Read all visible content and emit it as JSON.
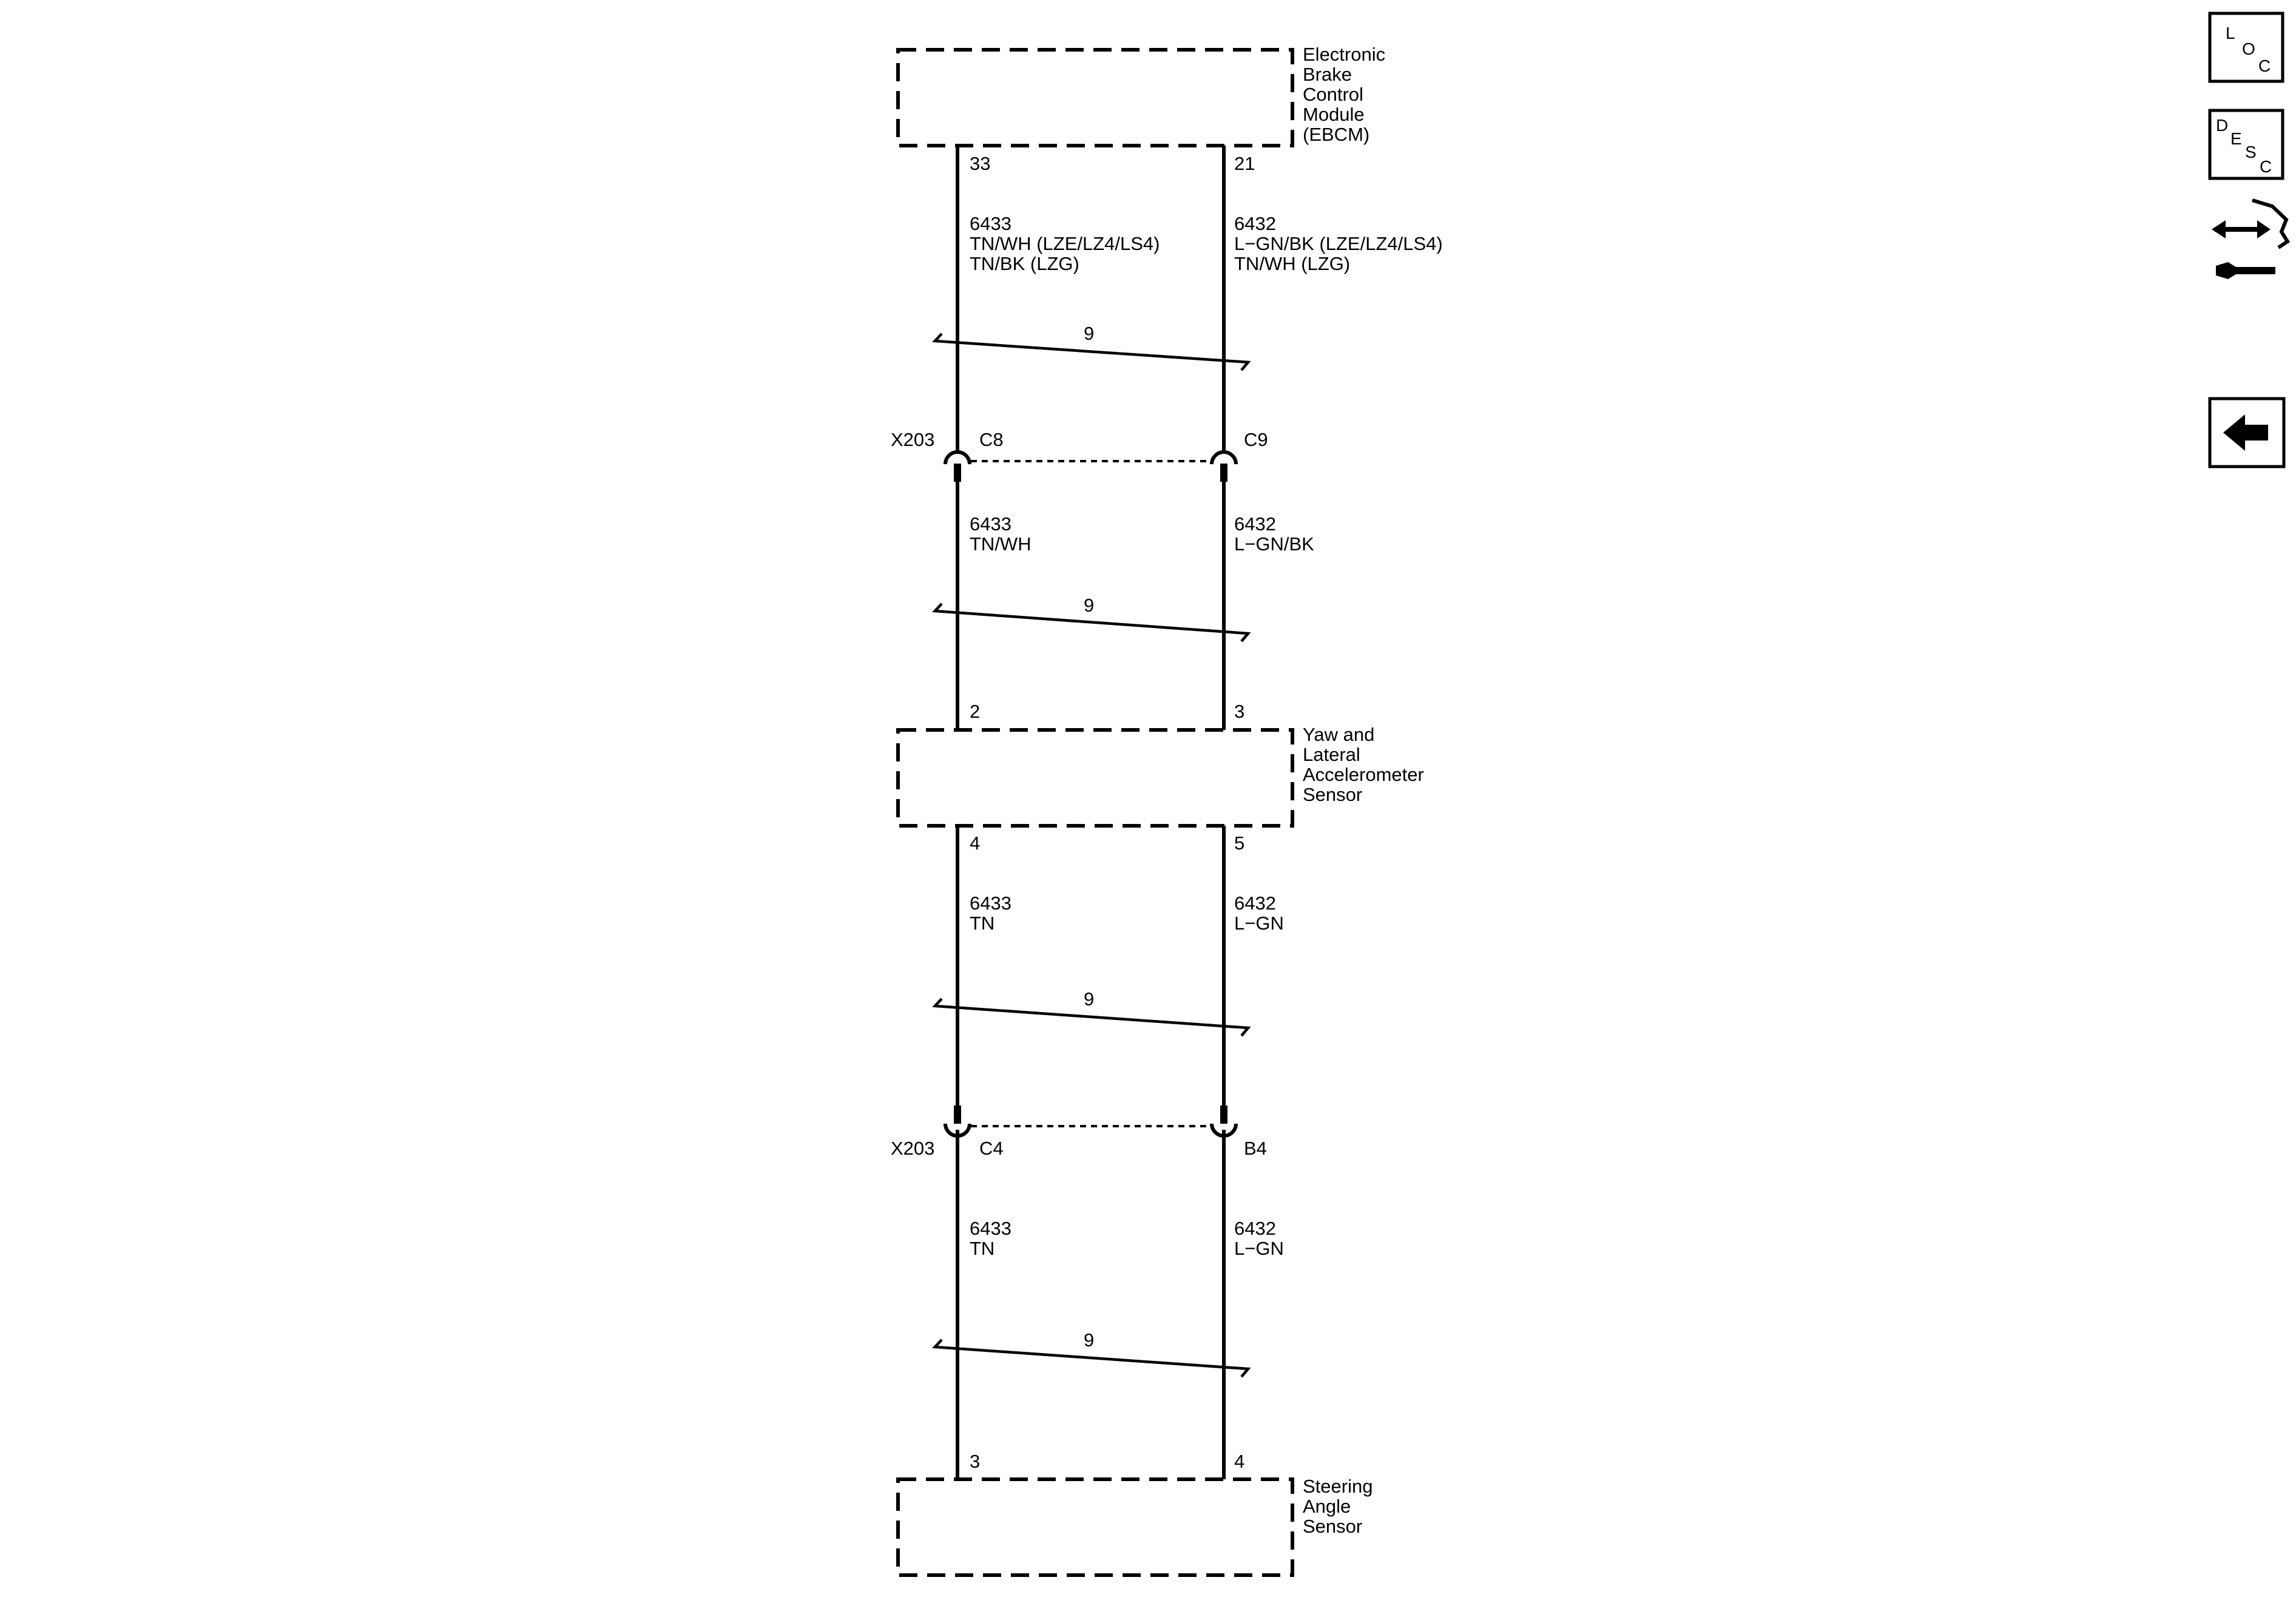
{
  "components": {
    "ebcm": {
      "lines": [
        "Electronic",
        "Brake",
        "Control",
        "Module",
        "(EBCM)"
      ]
    },
    "yaw": {
      "lines": [
        "Yaw and",
        "Lateral",
        "Accelerometer",
        "Sensor"
      ]
    },
    "steering": {
      "lines": [
        "Steering",
        "Angle",
        "Sensor"
      ]
    }
  },
  "pins": {
    "ebcm_left": "33",
    "ebcm_right": "21",
    "yaw_top_left": "2",
    "yaw_top_right": "3",
    "yaw_bottom_left": "4",
    "yaw_bottom_right": "5",
    "steering_left": "3",
    "steering_right": "4"
  },
  "wires": {
    "seg1_left": [
      "6433",
      "TN/WH (LZE/LZ4/LS4)",
      "TN/BK (LZG)"
    ],
    "seg1_right": [
      "6432",
      "L−GN/BK (LZE/LZ4/LS4)",
      "TN/WH (LZG)"
    ],
    "seg2_left": [
      "6433",
      "TN/WH"
    ],
    "seg2_right": [
      "6432",
      "L−GN/BK"
    ],
    "seg3_left": [
      "6433",
      "TN"
    ],
    "seg3_right": [
      "6432",
      "L−GN"
    ],
    "seg4_left": [
      "6433",
      "TN"
    ],
    "seg4_right": [
      "6432",
      "L−GN"
    ]
  },
  "twists": {
    "t1": "9",
    "t2": "9",
    "t3": "9",
    "t4": "9"
  },
  "connectors": {
    "upper": {
      "name": "X203",
      "left_pin": "C8",
      "right_pin": "C9"
    },
    "lower": {
      "name": "X203",
      "left_pin": "C4",
      "right_pin": "B4"
    }
  },
  "nav_icons": {
    "loc": {
      "chars": [
        "L",
        "O",
        "C"
      ],
      "icon": "location-icon"
    },
    "desc": {
      "chars": [
        "D",
        "E",
        "S",
        "C"
      ],
      "icon": "description-icon"
    },
    "service": {
      "icon": "connector-service-icon"
    },
    "back": {
      "icon": "back-arrow-icon"
    }
  }
}
